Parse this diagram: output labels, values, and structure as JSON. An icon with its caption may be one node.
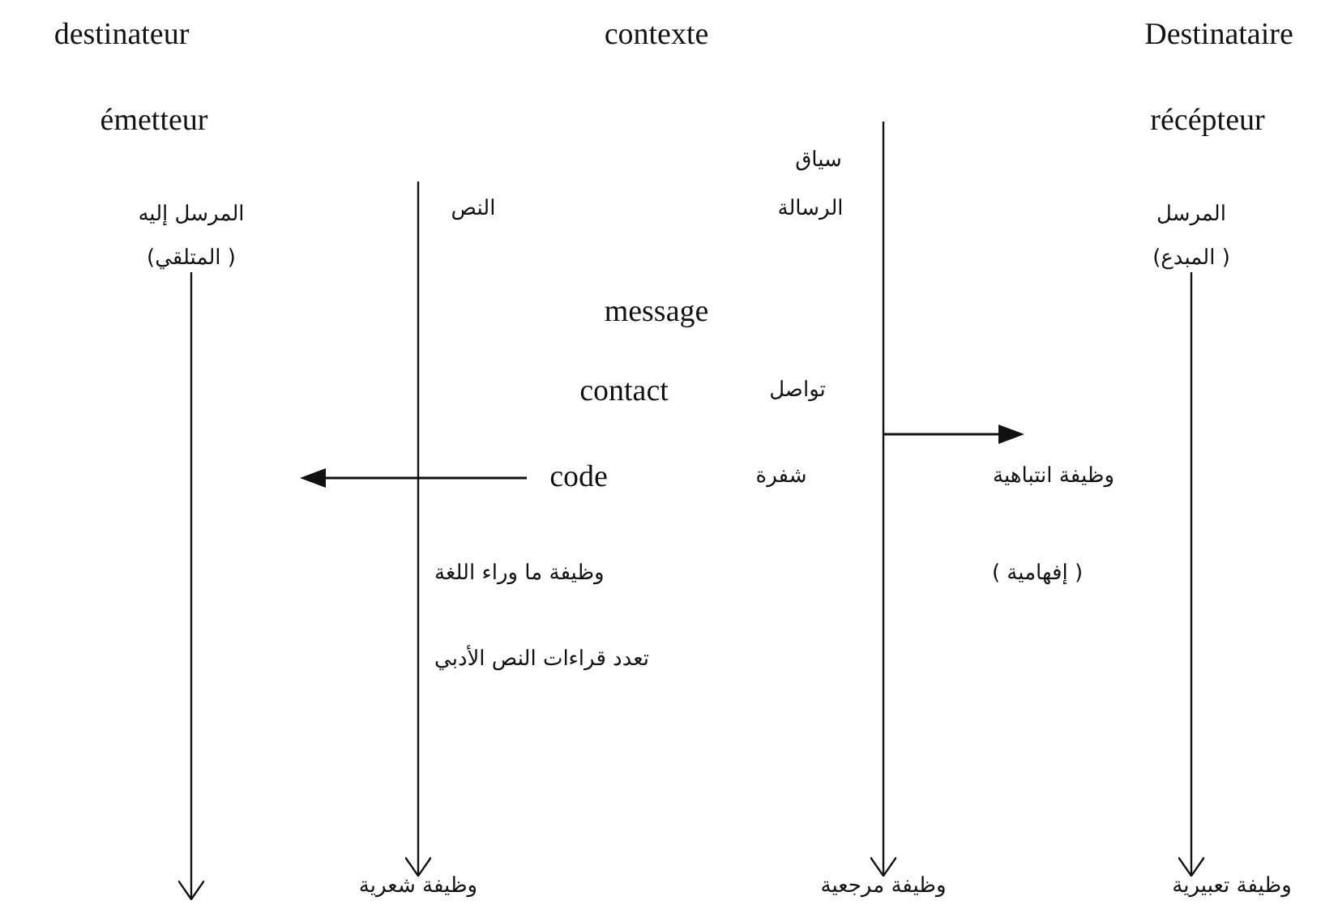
{
  "diagram": {
    "nodes": [
      {
        "text": [
          "المرسل إليه",
          "( المتلقي)"
        ]
      },
      {
        "text": [
          "وظيفة شعرية"
        ]
      },
      {
        "text": [
          "وظيفة مرجعية"
        ]
      },
      {
        "text": [
          "المرسل",
          "( المبدع)"
        ]
      },
      {
        "text": [
          "وظيفة تعبيرية"
        ]
      }
    ],
    "edges": [
      {
        "from": 0,
        "to": null,
        "arrow": "to"
      },
      {
        "from": null,
        "to": 1,
        "arrow": "to"
      },
      {
        "from": null,
        "to": 2,
        "arrow": "to"
      },
      {
        "from": 3,
        "to": 4,
        "arrow": "to"
      }
    ],
    "labels": [
      "destinateur",
      "émetteur",
      "contexte",
      "Destinataire",
      "récépteur",
      "سياق",
      "النص",
      "الرسالة",
      "message",
      "contact",
      "تواصل",
      "code",
      "شفرة",
      "وظيفة انتباهية",
      "وظيفة ما وراء اللغة",
      "( إفهامية )",
      "تعدد قراءات النص الأدبي"
    ]
  }
}
